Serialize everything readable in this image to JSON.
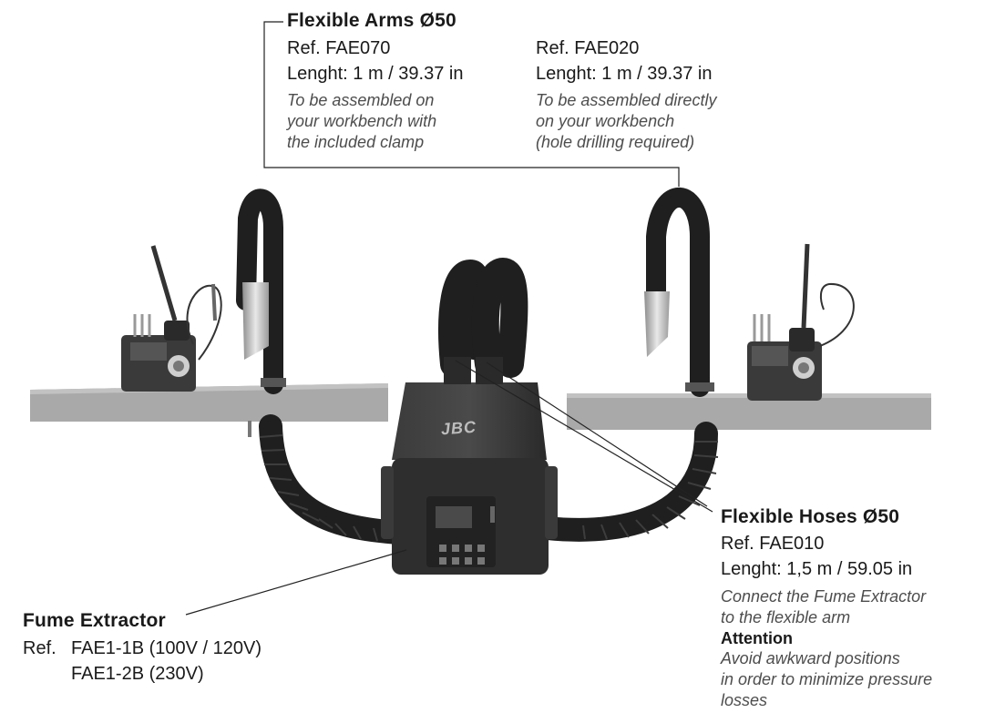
{
  "arms": {
    "title": "Flexible Arms Ø50",
    "left": {
      "ref": "Ref. FAE070",
      "length": "Lenght: 1 m / 39.37 in",
      "note": [
        "To be assembled on",
        "your workbench with",
        "the included clamp"
      ]
    },
    "right": {
      "ref": "Ref. FAE020",
      "length": "Lenght: 1 m / 39.37 in",
      "note": [
        "To be assembled directly",
        "on your workbench",
        "(hole drilling required)"
      ]
    }
  },
  "hoses": {
    "title": "Flexible Hoses Ø50",
    "ref": "Ref. FAE010",
    "length": "Lenght: 1,5 m / 59.05 in",
    "note": [
      "Connect the Fume Extractor",
      "to the flexible arm"
    ],
    "attention_title": "Attention",
    "attention": [
      "Avoid awkward positions",
      "in order to minimize pressure",
      "losses"
    ]
  },
  "extractor": {
    "title": "Fume Extractor",
    "ref_prefix": "Ref.",
    "models": [
      "FAE1-1B (100V / 120V)",
      "FAE1-2B (230V)"
    ],
    "brand": "JBC"
  },
  "colors": {
    "bench": "#a8a8a8",
    "hose": "#1f1f1f",
    "unit": "#2b2b2b",
    "station": "#3a3a3a",
    "nozzle": "#c9c9c9",
    "leader": "#222222"
  }
}
